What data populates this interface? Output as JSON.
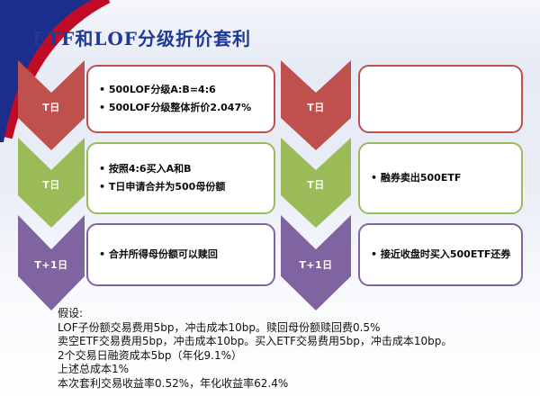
{
  "slide": {
    "title": "ETF和LOF分级折价套利"
  },
  "left_flow": {
    "steps": [
      {
        "label": "T日",
        "color": "#C0504D",
        "bullets": [
          "500LOF分级A:B=4:6",
          "500LOF分级整体折价2.047%"
        ]
      },
      {
        "label": "T日",
        "color": "#9BBB59",
        "bullets": [
          "按照4:6买入A和B",
          "T日申请合并为500母份额"
        ]
      },
      {
        "label": "T+1日",
        "color": "#8064A2",
        "bullets": [
          "合并所得母份额可以赎回"
        ]
      }
    ]
  },
  "right_flow": {
    "steps": [
      {
        "label": "T日",
        "color": "#C0504D",
        "bullets": []
      },
      {
        "label": "T日",
        "color": "#9BBB59",
        "bullets": [
          "融券卖出500ETF"
        ]
      },
      {
        "label": "T+1日",
        "color": "#8064A2",
        "bullets": [
          "接近收盘时买入500ETF还券"
        ]
      }
    ]
  },
  "assumptions": {
    "lines": [
      "假设:",
      "LOF子份额交易费用5bp，冲击成本10bp。赎回母份额赎回费0.5%",
      "卖空ETF交易费用5bp，冲击成本10bp。买入ETF交易费用5bp，冲击成本10bp。",
      "2个交易日融资成本5bp（年化9.1%）",
      "上述总成本1%",
      "本次套利交易收益率0.52%，年化收益率62.4%"
    ]
  },
  "theme": {
    "red": "#C0504D",
    "green": "#9BBB59",
    "purple": "#8064A2",
    "title_blue": "#1E3A96",
    "corner_blue": "#1C2E8C",
    "swoosh_red": "#C10B26"
  }
}
